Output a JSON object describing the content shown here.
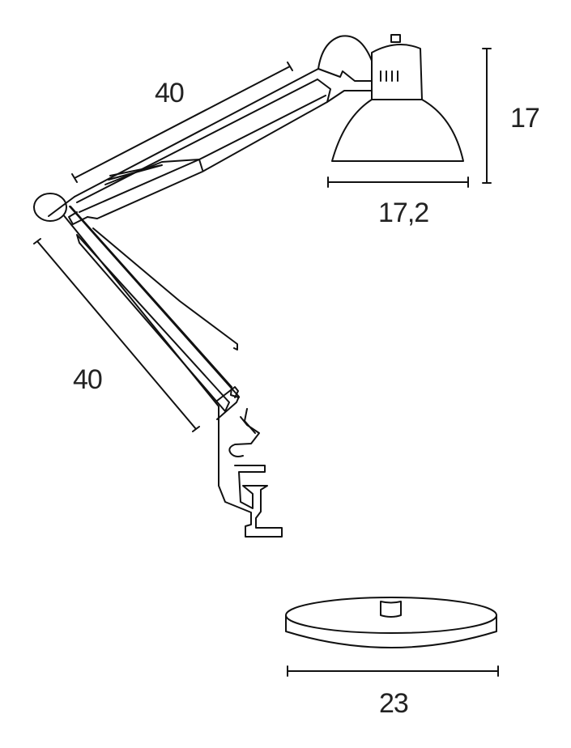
{
  "dimensions": {
    "upper_arm": "40",
    "lower_arm": "40",
    "shade_width": "17,2",
    "shade_height": "17",
    "base_diameter": "23"
  },
  "colors": {
    "line": "#111111",
    "background": "#ffffff"
  }
}
